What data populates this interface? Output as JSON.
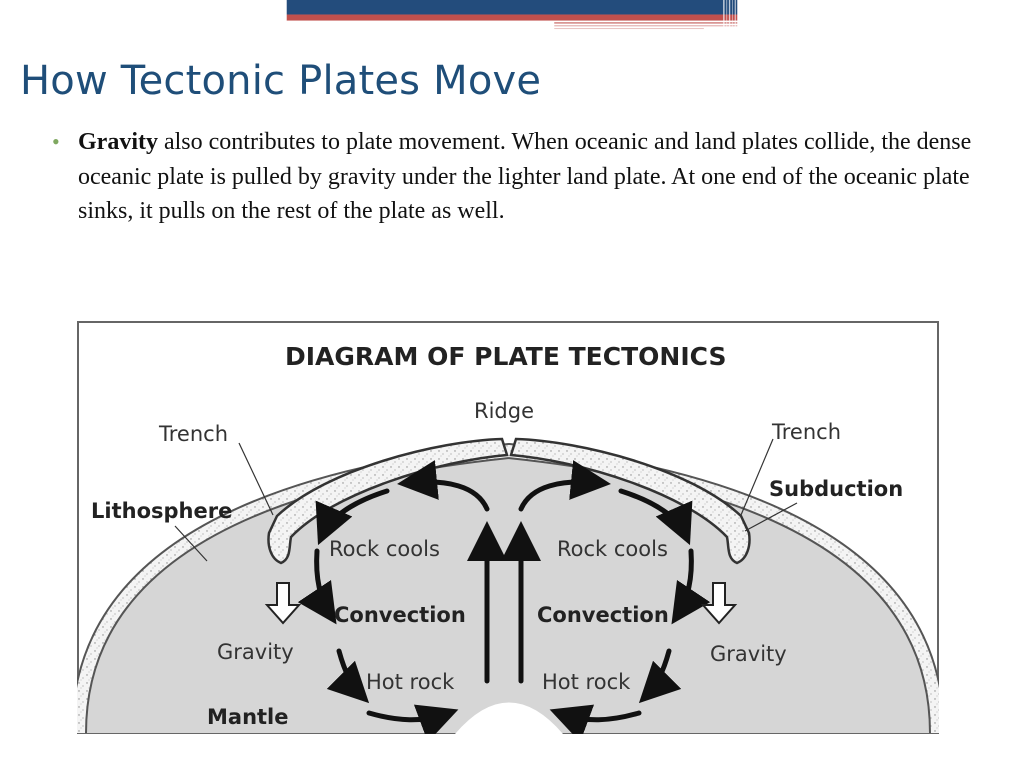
{
  "slide": {
    "title": "How Tectonic Plates Move",
    "bullet": {
      "term": "Gravity",
      "text": " also contributes to plate movement.  When oceanic and land plates collide, the dense oceanic plate is pulled by gravity under the lighter land plate.  At one end of the oceanic plate sinks, it pulls on the rest of the plate as well."
    }
  },
  "theme": {
    "title_color": "#1f4e79",
    "bar_blue": "#234c7c",
    "bar_red": "#c0504d",
    "bullet_color": "#7fa860"
  },
  "diagram": {
    "title": "DIAGRAM OF PLATE TECTONICS",
    "labels": {
      "ridge": "Ridge",
      "trench_left": "Trench",
      "trench_right": "Trench",
      "lithosphere": "Lithosphere",
      "subduction": "Subduction",
      "rock_cools_left": "Rock cools",
      "rock_cools_right": "Rock cools",
      "convection_left": "Convection",
      "convection_right": "Convection",
      "hot_rock_left": "Hot rock",
      "hot_rock_right": "Hot rock",
      "gravity_left": "Gravity",
      "gravity_right": "Gravity",
      "mantle": "Mantle"
    }
  }
}
